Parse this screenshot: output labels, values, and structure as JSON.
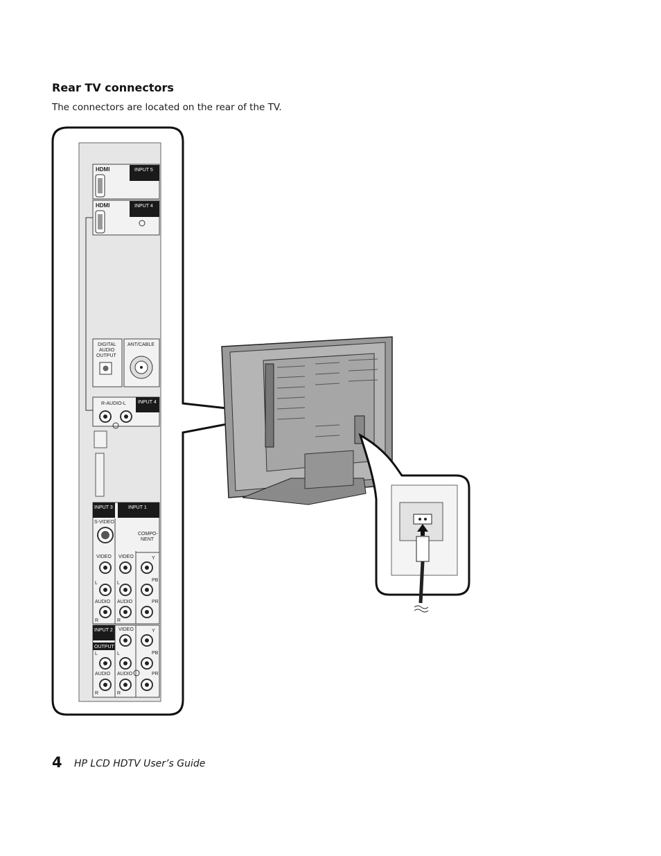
{
  "section": {
    "heading": "Rear TV connectors",
    "intro": "The connectors are located on the rear of the TV."
  },
  "panel": {
    "hdmi_logo": "HDMI",
    "input5": "INPUT 5",
    "input4": "INPUT 4",
    "digital_audio": [
      "DIGITAL",
      "AUDIO",
      "OUTPUT"
    ],
    "ant_cable": "ANT/CABLE",
    "r_audio_l": "R-AUDIO-L",
    "input3": "INPUT 3",
    "input1": "INPUT 1",
    "input2": "INPUT 2",
    "s_video": "S-VIDEO",
    "component": [
      "COMPO-",
      "NENT"
    ],
    "video": "VIDEO",
    "audio": "AUDIO",
    "output": "OUTPUT",
    "y": "Y",
    "pb": "PB",
    "pr": "PR",
    "l": "L",
    "r": "R"
  },
  "footer": {
    "page_number": "4",
    "guide_title": "HP LCD HDTV User’s Guide"
  }
}
